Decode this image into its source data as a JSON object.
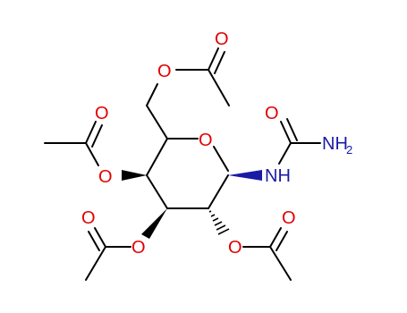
{
  "molecule": {
    "ring_oxygen": "O",
    "anomeric_nitrogen": "NH",
    "amide_nitrogen": "NH",
    "amide_nitrogen_subscript": "2",
    "carbonyl_oxygen_urea": "O",
    "acetate_c6": {
      "ester_oxygen": "O",
      "carbonyl_oxygen": "O"
    },
    "acetate_c4": {
      "ester_oxygen": "O",
      "carbonyl_oxygen": "O"
    },
    "acetate_c3": {
      "ester_oxygen": "O",
      "carbonyl_oxygen": "O"
    },
    "acetate_c2": {
      "ester_oxygen": "O",
      "carbonyl_oxygen": "O"
    }
  },
  "colors": {
    "bond": "#000000",
    "oxygen": "#e30000",
    "nitrogen": "#1a1aa6"
  }
}
